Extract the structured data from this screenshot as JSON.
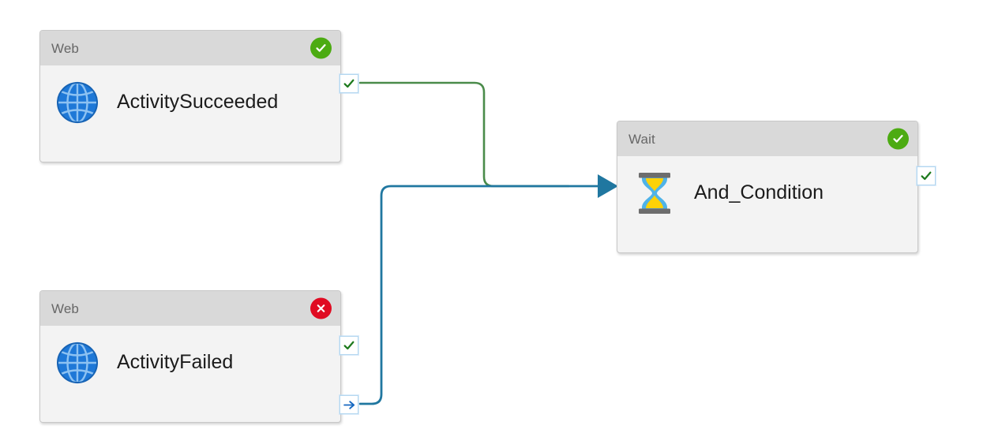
{
  "canvas": {
    "background_color": "#ffffff",
    "title": "Pipeline activity canvas"
  },
  "palette": {
    "node_header_bg": "#d9d9d9",
    "node_body_bg": "#f3f3f3",
    "node_border": "#c8c8c8",
    "type_text": "#676767",
    "label_text": "#1b1b1b",
    "success_green": "#4cab12",
    "failure_red": "#e00b22",
    "port_check_green": "#1d7a1d",
    "port_arrow_blue": "#1668c1",
    "connector_green": "#4a8b4a",
    "connector_blue": "#2077a0",
    "globe_blue": "#1e78d7",
    "globe_line": "#77b4ec",
    "hourglass_glass": "#4fb3e8",
    "hourglass_sand": "#fdd207",
    "hourglass_cap": "#6d6d6d"
  },
  "nodes": [
    {
      "id": "activity-succeeded",
      "type": "Web",
      "label": "ActivitySucceeded",
      "icon": "globe-icon",
      "status": "success",
      "status_icon": "check-circle-icon",
      "ports": [
        {
          "id": "success",
          "icon": "check-icon",
          "title": "Success output"
        }
      ]
    },
    {
      "id": "activity-failed",
      "type": "Web",
      "label": "ActivityFailed",
      "icon": "globe-icon",
      "status": "failed",
      "status_icon": "error-circle-icon",
      "ports": [
        {
          "id": "success",
          "icon": "check-icon",
          "title": "Success output"
        },
        {
          "id": "completion",
          "icon": "arrow-right-icon",
          "title": "Completion output"
        }
      ]
    },
    {
      "id": "and-condition",
      "type": "Wait",
      "label": "And_Condition",
      "icon": "hourglass-icon",
      "status": "success",
      "status_icon": "check-circle-icon",
      "ports": [
        {
          "id": "success",
          "icon": "check-icon",
          "title": "Success output"
        }
      ]
    }
  ],
  "connectors": [
    {
      "id": "succeeded-to-wait",
      "from": "activity-succeeded",
      "from_port": "success",
      "to": "and-condition",
      "dependency": "Succeeded",
      "color": "#4a8b4a",
      "arrowhead": false
    },
    {
      "id": "failed-to-wait",
      "from": "activity-failed",
      "from_port": "completion",
      "to": "and-condition",
      "dependency": "Completion",
      "color": "#2077a0",
      "arrowhead": true
    }
  ]
}
